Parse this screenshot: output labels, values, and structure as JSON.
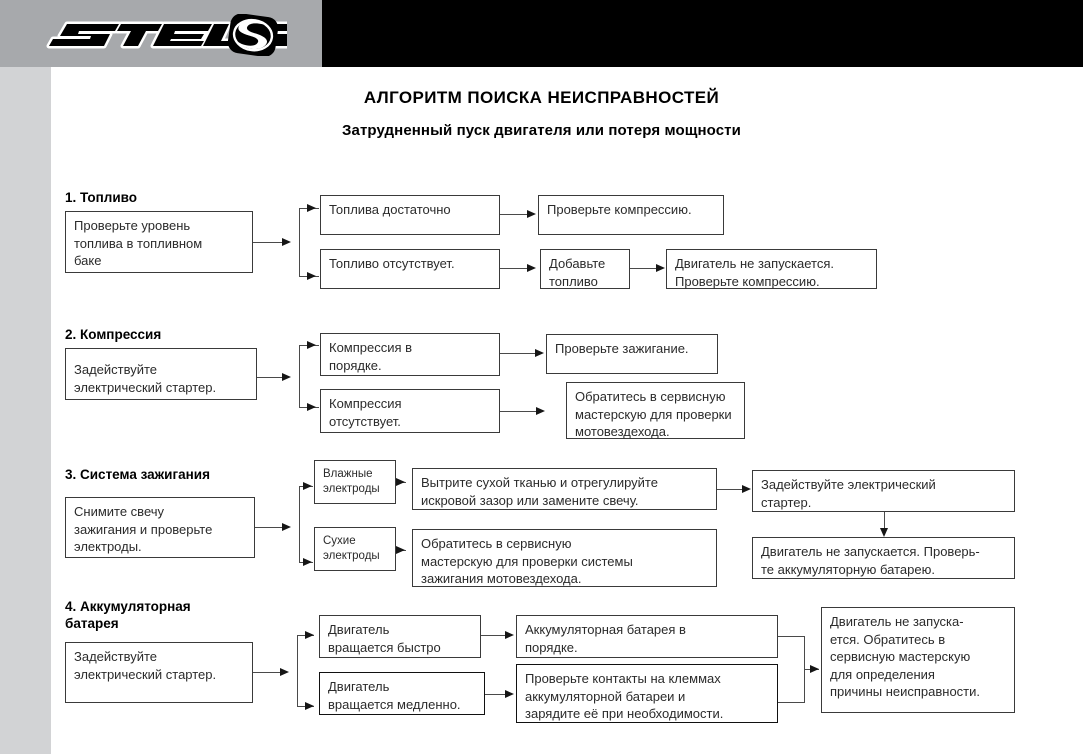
{
  "header": {
    "brand": "STELS",
    "logo_icon": "stels-logo-icon"
  },
  "titles": {
    "main": "АЛГОРИТМ ПОИСКА НЕИСПРАВНОСТЕЙ",
    "sub": "Затрудненный пуск двигателя или потеря мощности"
  },
  "sections": [
    {
      "label": "1. Топливо",
      "start_box": "Проверьте уровень\nтоплива в топливном\nбаке",
      "branches": [
        {
          "condition": "Топлива достаточно",
          "action": "Проверьте компрессию.",
          "result": null
        },
        {
          "condition": "Топливо отсутствует.",
          "action": "Добавьте\nтопливо",
          "result": "Двигатель не запускается.\nПроверьте компрессию."
        }
      ]
    },
    {
      "label": "2. Компрессия",
      "start_box": "Задействуйте\nэлектрический стартер.",
      "branches": [
        {
          "condition": "Компрессия в\nпорядке.",
          "action": "Проверьте зажигание.",
          "result": null
        },
        {
          "condition": "Компрессия\nотсутствует.",
          "action": "Обратитесь   в   сервисную\nмастерскую   для   проверки\nмотовездехода.",
          "result": null
        }
      ]
    },
    {
      "label": "3. Система зажигания",
      "start_box": "Снимите свечу\nзажигания и проверьте\nэлектроды.",
      "branches": [
        {
          "condition": "Влажные\nэлектроды",
          "action": "Вытрите сухой тканью и отрегулируйте\nискровой зазор или замените свечу.",
          "result": "Задействуйте электрический\nстартер."
        },
        {
          "condition": "Сухие\nэлектроды",
          "action": "Обратитесь   в   сервисную\nмастерскую   для   проверки системы\nзажигания   мотовездехода.",
          "result": "Двигатель не запускается. Проверь-\nте аккумуляторную батарею."
        }
      ]
    },
    {
      "label": "4. Аккумуляторная\nбатарея",
      "start_box": "Задействуйте\nэлектрический стартер.",
      "branches": [
        {
          "condition": "Двигатель\nвращается быстро",
          "action": "Аккумуляторная батарея в\nпорядке.",
          "result": null
        },
        {
          "condition": "Двигатель\nвращается медленно.",
          "action": "Проверьте контакты на клеммах\nаккумуляторной батареи и\nзарядите её при необходимости.",
          "result": null
        }
      ],
      "final_box": "Двигатель не запуска-\nется. Обратитесь    в\nсервисную мастерскую\nдля определения\nпричины неисправности."
    }
  ],
  "colors": {
    "header_grey": "#a7a9ac",
    "header_black": "#000000",
    "sidebar_grey": "#d2d3d5",
    "box_border": "#3a3a3a",
    "text": "#000000"
  }
}
